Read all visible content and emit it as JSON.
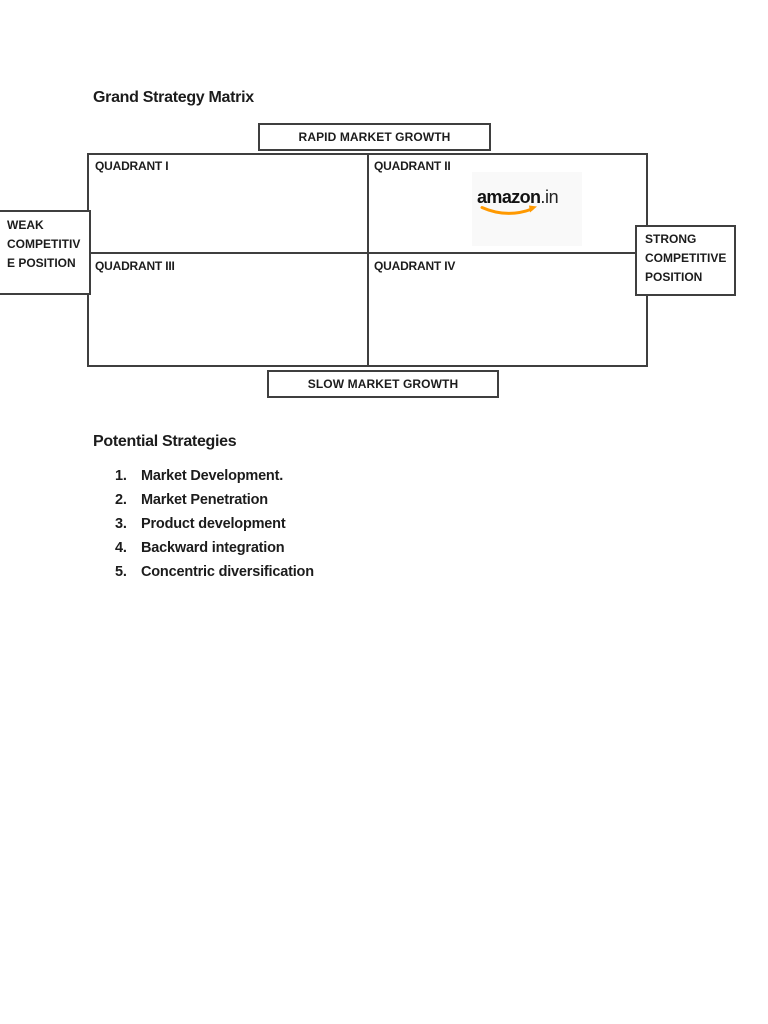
{
  "page": {
    "title": "Grand Strategy Matrix"
  },
  "matrix": {
    "top_axis_label": "RAPID MARKET GROWTH",
    "bottom_axis_label": "SLOW MARKET GROWTH",
    "left_axis_lines": [
      "WEAK",
      "COMPETITIV",
      "E POSITION"
    ],
    "right_axis_lines": [
      "STRONG",
      "COMPETITIVE",
      "POSITION"
    ],
    "quadrant_1": "QUADRANT I",
    "quadrant_2": "QUADRANT II",
    "quadrant_3": "QUADRANT III",
    "quadrant_4": "QUADRANT IV",
    "logo": {
      "brand": "amazon",
      "suffix": ".in"
    }
  },
  "strategies": {
    "heading": "Potential Strategies",
    "items": [
      {
        "num": "1.",
        "label": "Market Development."
      },
      {
        "num": "2.",
        "label": "Market Penetration"
      },
      {
        "num": "3.",
        "label": "Product development"
      },
      {
        "num": "4.",
        "label": "Backward integration"
      },
      {
        "num": "5.",
        "label": "Concentric diversification"
      }
    ]
  },
  "colors": {
    "smile_orange": "#FF9900",
    "border": "#3f3f3f",
    "text": "#1c1c1c",
    "logo_image_bg": "#f9f9f9"
  }
}
